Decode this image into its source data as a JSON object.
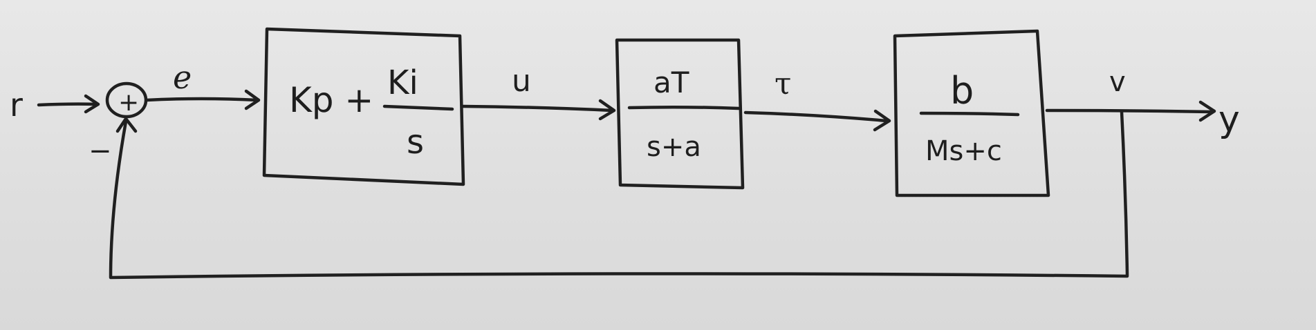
{
  "signals": {
    "reference": "r",
    "error": "e",
    "control": "u",
    "torque": "τ",
    "velocity": "v",
    "output": "y"
  },
  "summing_junction": {
    "symbol": "+",
    "feedback_sign": "−"
  },
  "blocks": {
    "controller": {
      "lead": "Kp +",
      "numerator": "Ki",
      "denominator": "s"
    },
    "actuator": {
      "numerator": "aT",
      "denominator": "s+a"
    },
    "plant": {
      "numerator": "b",
      "denominator": "Ms+c"
    }
  }
}
